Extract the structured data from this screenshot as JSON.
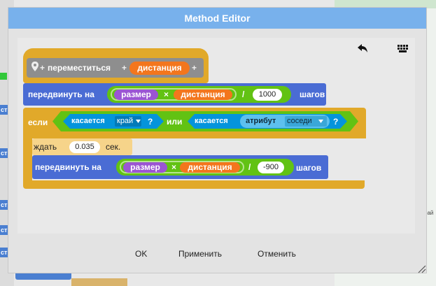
{
  "background": {
    "strip_labels": [
      "ст",
      "ст",
      "ст",
      "ст",
      "ст"
    ],
    "side_text": "рай"
  },
  "dialog": {
    "title": "Method Editor",
    "buttons": {
      "ok": "OK",
      "apply": "Применить",
      "cancel": "Отменить"
    }
  },
  "toolbar": {
    "undo_icon": "undo-arrow-icon",
    "keyboard_icon": "keyboard-icon"
  },
  "script": {
    "hat": {
      "plus_1": "+",
      "name": "переместиться",
      "plus_2": "+",
      "param": "дистанция",
      "plus_3": "+"
    },
    "move1": {
      "label": "передвинуть на",
      "var_size": "размер",
      "times": "×",
      "var_dist": "дистанция",
      "divide": "/",
      "divisor": "1000",
      "unit": "шагов"
    },
    "if_block": {
      "label": "если",
      "touching_1": "касается",
      "edge_option": "край",
      "q1": "?",
      "or": "или",
      "touching_2": "касается",
      "attribute": "атрибут",
      "attr_option": "соседи",
      "q2": "?"
    },
    "wait": {
      "label": "ждать",
      "value": "0.035",
      "unit": "сек."
    },
    "move2": {
      "label": "передвинуть на",
      "var_size": "размер",
      "times": "×",
      "var_dist": "дистанция",
      "divide": "/",
      "divisor": "-900",
      "unit": "шагов"
    }
  },
  "colors": {
    "title_bar": "#78b1ec",
    "control": "#e1a92a",
    "motion": "#4a6cd4",
    "operators": "#62c213",
    "variables": "#f3761d",
    "sensing": "#0494dc",
    "other": "#8e8e8e"
  }
}
